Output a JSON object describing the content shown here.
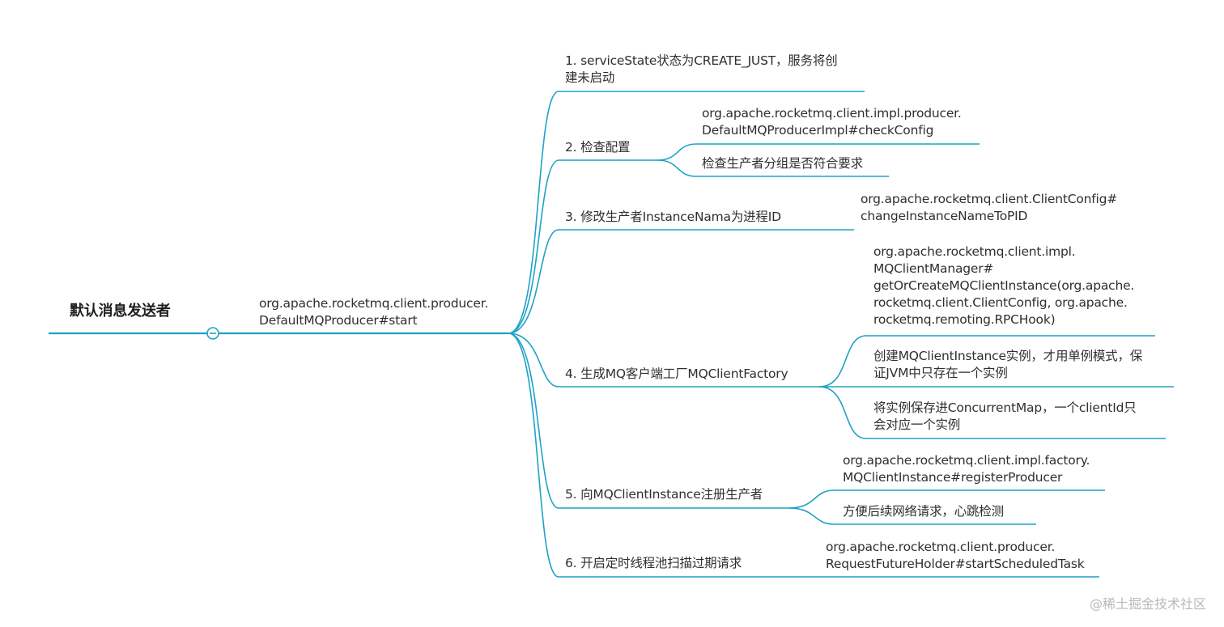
{
  "mindmap": {
    "root": {
      "label": "默认消息发送者"
    },
    "main": {
      "line1": "org.apache.rocketmq.client.producer.",
      "line2": "DefaultMQProducer#start"
    },
    "branches": [
      {
        "label1": "1. serviceState状态为CREATE_JUST，服务将创",
        "label2": "建未启动",
        "children": []
      },
      {
        "label1": "2. 检查配置",
        "children": [
          {
            "line1": "org.apache.rocketmq.client.impl.producer.",
            "line2": "DefaultMQProducerImpl#checkConfig"
          },
          {
            "line1": "检查生产者分组是否符合要求"
          }
        ]
      },
      {
        "label1": "3. 修改生产者InstanceNama为进程ID",
        "children": [
          {
            "line1": "org.apache.rocketmq.client.ClientConfig#",
            "line2": "changeInstanceNameToPID"
          }
        ]
      },
      {
        "label1": "4. 生成MQ客户端工厂MQClientFactory",
        "children": [
          {
            "line1": "org.apache.rocketmq.client.impl.",
            "line2": "MQClientManager#",
            "line3": "getOrCreateMQClientInstance(org.apache.",
            "line4": "rocketmq.client.ClientConfig, org.apache.",
            "line5": "rocketmq.remoting.RPCHook)"
          },
          {
            "line1": "创建MQClientInstance实例，才用单例模式，保",
            "line2": "证JVM中只存在一个实例"
          },
          {
            "line1": "将实例保存进ConcurrentMap，一个clientId只",
            "line2": "会对应一个实例"
          }
        ]
      },
      {
        "label1": "5. 向MQClientInstance注册生产者",
        "children": [
          {
            "line1": "org.apache.rocketmq.client.impl.factory.",
            "line2": "MQClientInstance#registerProducer"
          },
          {
            "line1": "方便后续网络请求，心跳检测"
          }
        ]
      },
      {
        "label1": "6. 开启定时线程池扫描过期请求",
        "children": [
          {
            "line1": "org.apache.rocketmq.client.producer.",
            "line2": "RequestFutureHolder#startScheduledTask"
          }
        ]
      }
    ]
  },
  "colors": {
    "line": "#1ea2c6",
    "text": "#2f2f2f"
  },
  "collapse_icon": "minus-circle-icon",
  "watermark": "@稀土掘金技术社区"
}
